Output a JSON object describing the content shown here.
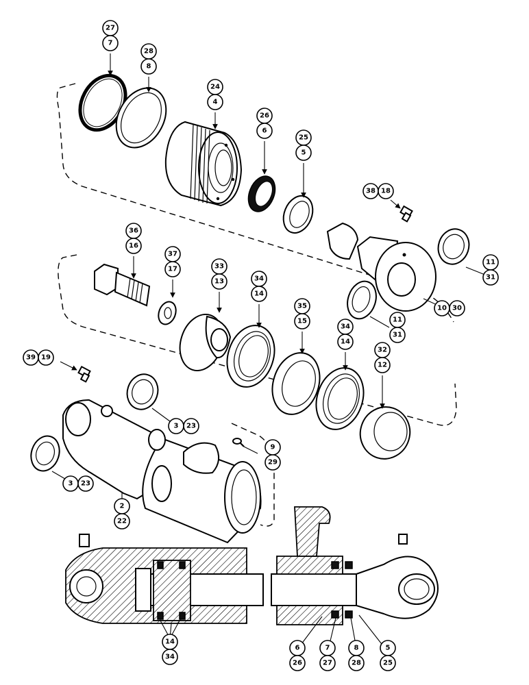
{
  "callouts": [
    {
      "id": "c-27-7",
      "a": "27",
      "b": "7"
    },
    {
      "id": "c-28-8",
      "a": "28",
      "b": "8"
    },
    {
      "id": "c-24-4",
      "a": "24",
      "b": "4"
    },
    {
      "id": "c-26-6",
      "a": "26",
      "b": "6"
    },
    {
      "id": "c-25-5",
      "a": "25",
      "b": "5"
    },
    {
      "id": "c-38-18",
      "a": "38",
      "b": "18"
    },
    {
      "id": "c-11-31-a",
      "a": "11",
      "b": "31"
    },
    {
      "id": "c-10-30",
      "a": "10",
      "b": "30"
    },
    {
      "id": "c-11-31-b",
      "a": "11",
      "b": "31"
    },
    {
      "id": "c-36-16",
      "a": "36",
      "b": "16"
    },
    {
      "id": "c-37-17",
      "a": "37",
      "b": "17"
    },
    {
      "id": "c-33-13",
      "a": "33",
      "b": "13"
    },
    {
      "id": "c-34-14-a",
      "a": "34",
      "b": "14"
    },
    {
      "id": "c-35-15",
      "a": "35",
      "b": "15"
    },
    {
      "id": "c-34-14-b",
      "a": "34",
      "b": "14"
    },
    {
      "id": "c-32-12",
      "a": "32",
      "b": "12"
    },
    {
      "id": "c-39-19",
      "a": "39",
      "b": "19"
    },
    {
      "id": "c-3-23-a",
      "a": "3",
      "b": "23"
    },
    {
      "id": "c-3-23-b",
      "a": "3",
      "b": "23"
    },
    {
      "id": "c-9-29",
      "a": "9",
      "b": "29"
    },
    {
      "id": "c-2-22",
      "a": "2",
      "b": "22"
    },
    {
      "id": "c-14-34",
      "a": "14",
      "b": "34"
    },
    {
      "id": "c-6-26",
      "a": "6",
      "b": "26"
    },
    {
      "id": "c-7-27",
      "a": "7",
      "b": "27"
    },
    {
      "id": "c-8-28",
      "a": "8",
      "b": "28"
    },
    {
      "id": "c-5-25",
      "a": "5",
      "b": "25"
    }
  ]
}
